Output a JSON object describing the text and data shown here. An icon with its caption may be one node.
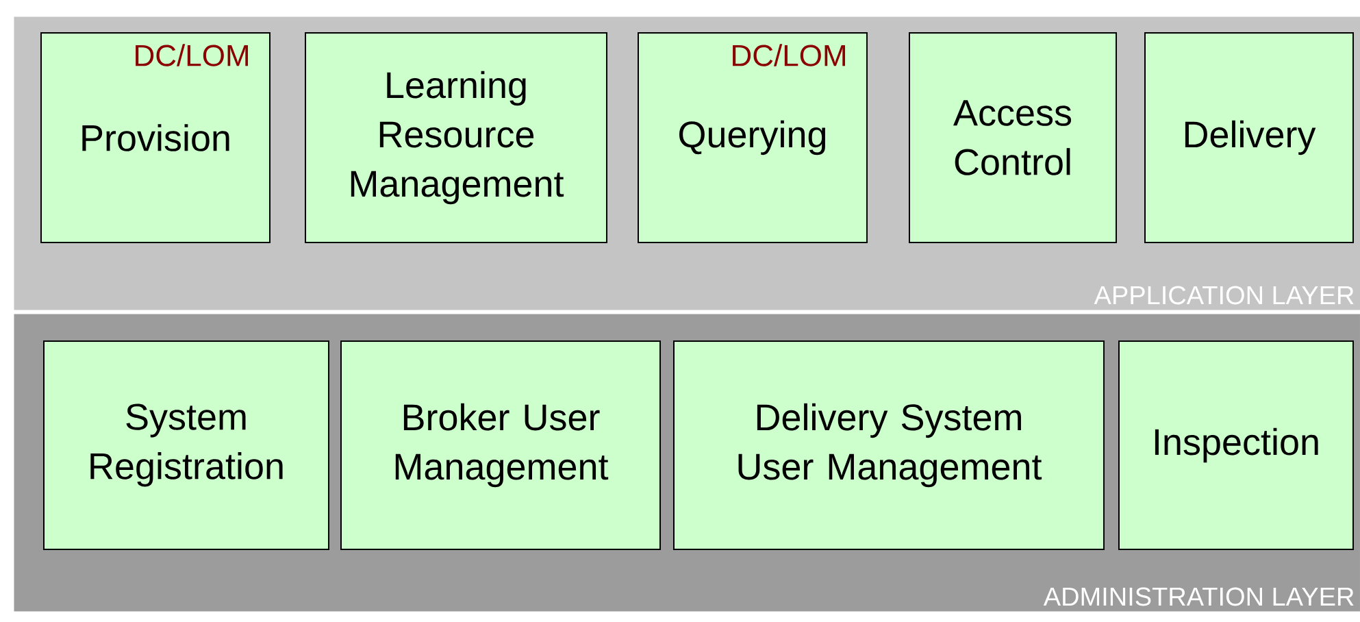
{
  "diagram": {
    "nodes": [
      {
        "text": [
          "APPLICATION LAYER"
        ]
      },
      {
        "text": [
          "DC/LOM",
          "Provision"
        ],
        "in": 0
      },
      {
        "text": [
          "Learning Resource Management"
        ],
        "in": 0
      },
      {
        "text": [
          "DC/LOM",
          "Querying"
        ],
        "in": 0
      },
      {
        "text": [
          "Access Control"
        ],
        "in": 0
      },
      {
        "text": [
          "Delivery"
        ],
        "in": 0
      },
      {
        "text": [
          "ADMINISTRATION LAYER"
        ]
      },
      {
        "text": [
          "System Registration"
        ],
        "in": 6
      },
      {
        "text": [
          "Broker User Management"
        ],
        "in": 6
      },
      {
        "text": [
          "Delivery System User Management"
        ],
        "in": 6
      },
      {
        "text": [
          "Inspection"
        ],
        "in": 6
      }
    ]
  }
}
